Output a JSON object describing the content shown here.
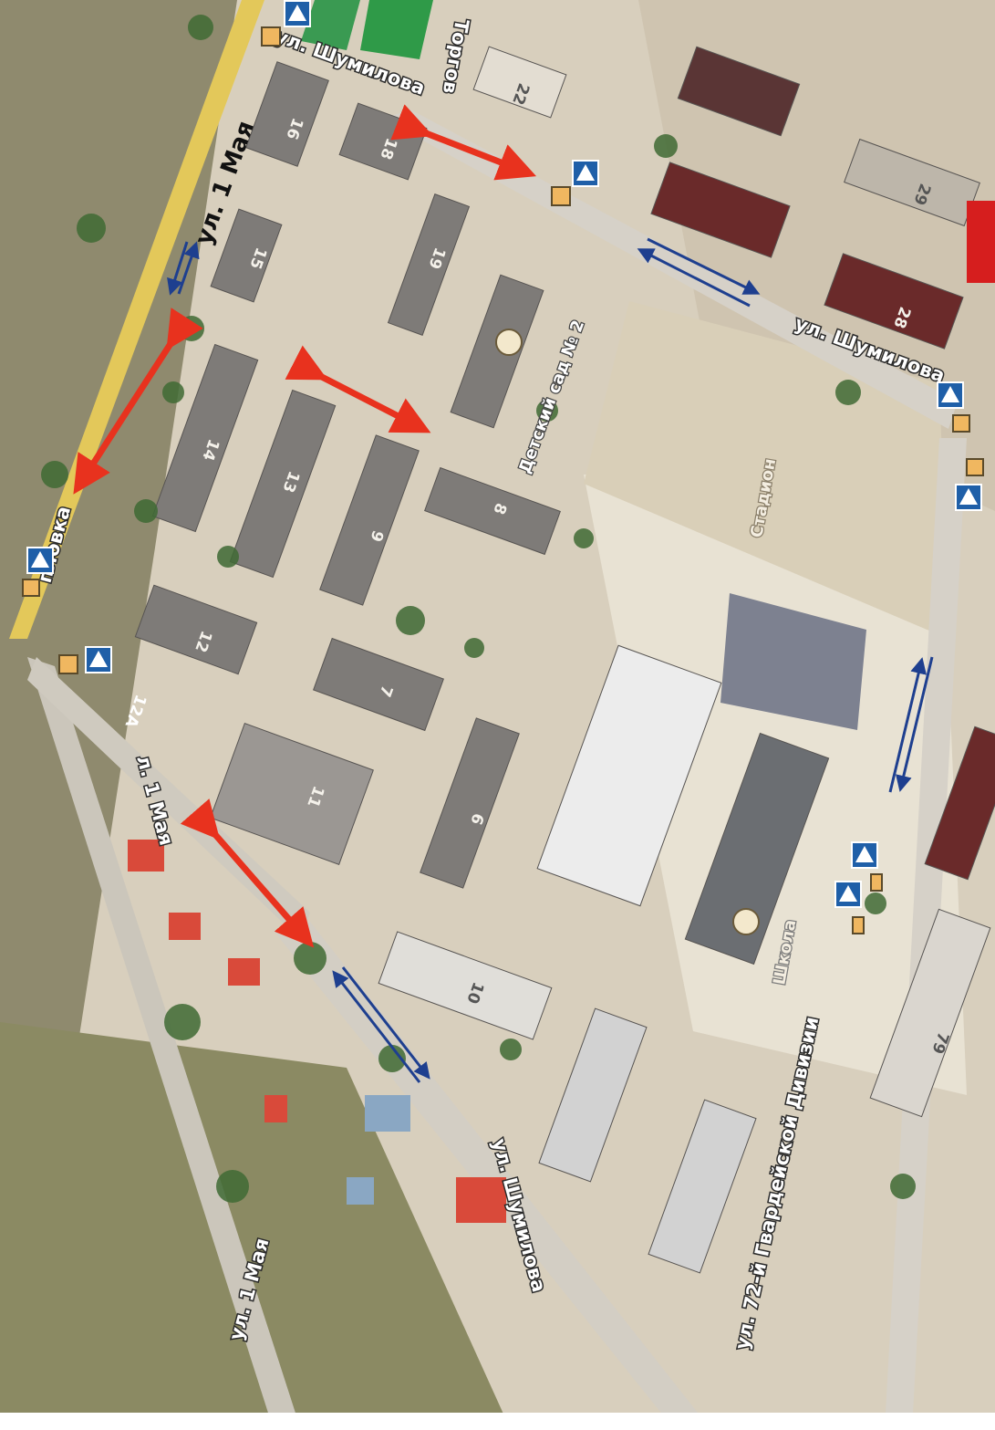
{
  "map": {
    "streets": {
      "may1_top": "ул. 1 Мая",
      "may1_left": "л. 1 Мая",
      "may1_bottom": "ул. 1 Мая",
      "shumilova_top": "ул. Шумилова",
      "shumilova_right": "ул. Шумилова",
      "shumilova_bottom": "ул. Шумилова",
      "gavrishko": "ул. 72-й Гвардейской Дивизии",
      "torgovaya": "Торгов",
      "lipovka": "пловка"
    },
    "pois": {
      "kindergarten": "Детский сад № 2",
      "stadium": "Стадион",
      "school": "Школа"
    },
    "buildings": [
      "16",
      "18",
      "22",
      "15",
      "19",
      "29",
      "14",
      "13",
      "9",
      "8",
      "28",
      "12",
      "12А",
      "7",
      "11",
      "6",
      "10",
      "79"
    ],
    "legend": {
      "pedestrian_crossing": "pedestrian-crossing-sign",
      "crossing_marker": "crossing-marker",
      "red_arrow": "safe-route-arrow",
      "blue_arrow": "traffic-direction-arrow"
    },
    "colors": {
      "route_red": "#e8321e",
      "traffic_blue": "#1e3f8f",
      "main_road": "#e3c85a",
      "sign_blue": "#1f5fa8",
      "marker_orange": "#f0b760"
    }
  }
}
